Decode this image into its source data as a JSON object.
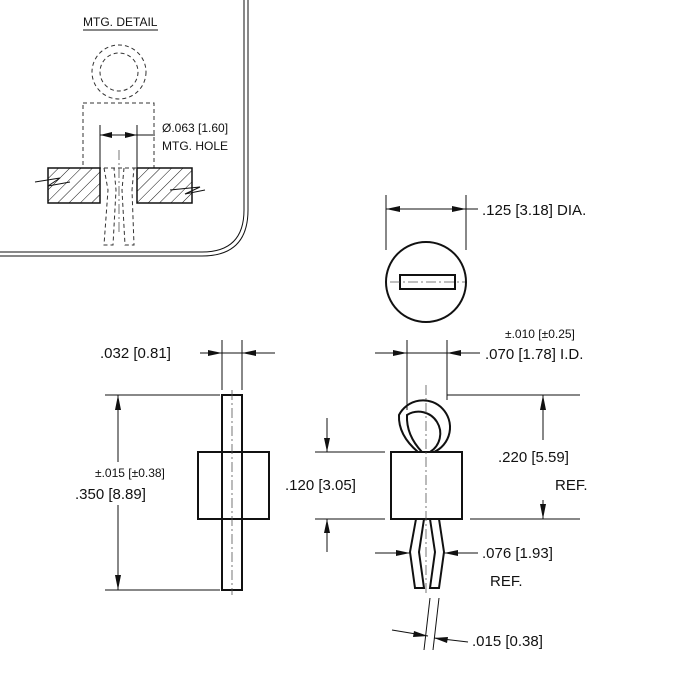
{
  "detail": {
    "title": "MTG. DETAIL",
    "hole_dim": "Ø.063 [1.60]",
    "hole_label": "MTG. HOLE"
  },
  "top_view": {
    "dia": ".125  [3.18] DIA."
  },
  "side_view": {
    "pin_width": ".032  [0.81]",
    "length_tol": "±.015 [±0.38]",
    "length": ".350  [8.89]"
  },
  "front_view": {
    "id_tol": "±.010 [±0.25]",
    "id": ".070  [1.78] I.D.",
    "body_height": ".120 [3.05]",
    "overall": ".220  [5.59]",
    "overall_ref": "REF.",
    "leg_spread": ".076 [1.93]",
    "leg_ref": "REF.",
    "wire": ".015  [0.38]"
  }
}
